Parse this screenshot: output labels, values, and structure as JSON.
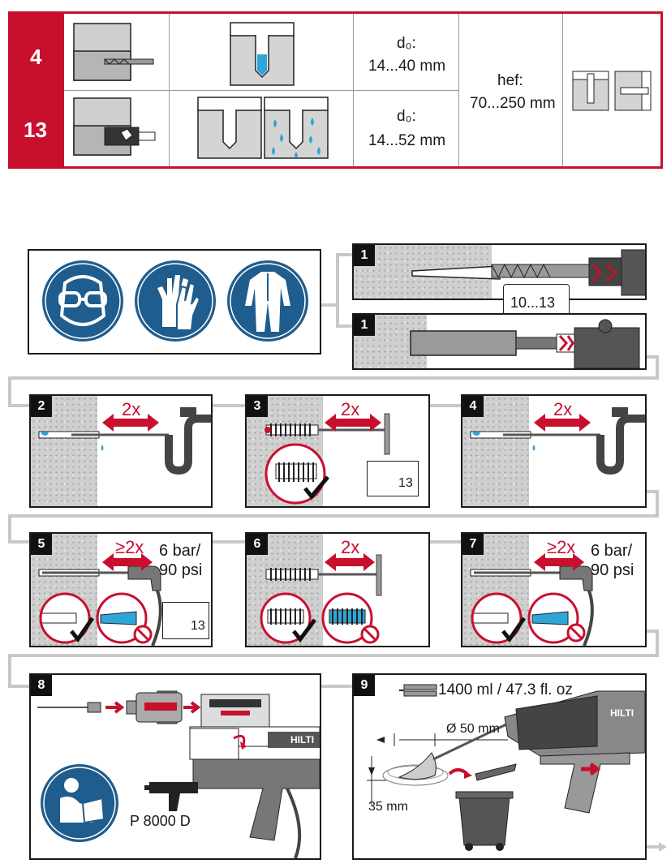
{
  "spec_table": {
    "row1": {
      "number": "4",
      "bore_label": "d₀:",
      "bore_value": "14...40 mm"
    },
    "row2": {
      "number": "13",
      "bore_label": "d₀:",
      "bore_value": "14...52 mm"
    },
    "embed_label": "hef:",
    "embed_value": "70...250 mm"
  },
  "ppe": {
    "icons": [
      "safety-goggles-icon",
      "gloves-icon",
      "protective-suit-icon"
    ]
  },
  "step1": {
    "number": "1",
    "book_label": "10...13"
  },
  "step1b": {
    "number": "1"
  },
  "step2": {
    "number": "2",
    "repeat": "2x"
  },
  "step3": {
    "number": "3",
    "repeat": "2x",
    "book_page": "13"
  },
  "step4": {
    "number": "4",
    "repeat": "2x"
  },
  "step5": {
    "number": "5",
    "repeat": "≥2x",
    "pressure": "6 bar/",
    "pressure_psi": "90 psi",
    "book_page": "13"
  },
  "step6": {
    "number": "6",
    "repeat": "2x"
  },
  "step7": {
    "number": "7",
    "repeat": "≥2x",
    "pressure": "6 bar/",
    "pressure_psi": "90 psi"
  },
  "step8": {
    "number": "8",
    "brand": "HILTI",
    "tool_model": "P 8000 D"
  },
  "step9": {
    "number": "9",
    "volume": "1400 ml / 47.3 fl. oz",
    "diameter": "Ø 50 mm",
    "height": "35 mm",
    "brand": "HILTI"
  },
  "colors": {
    "hilti_red": "#c8102e",
    "ppe_blue": "#1f5d8e",
    "water_blue": "#2fa6d8",
    "frame": "#1a1a1a",
    "arrow_gray": "#c8c8c8"
  }
}
